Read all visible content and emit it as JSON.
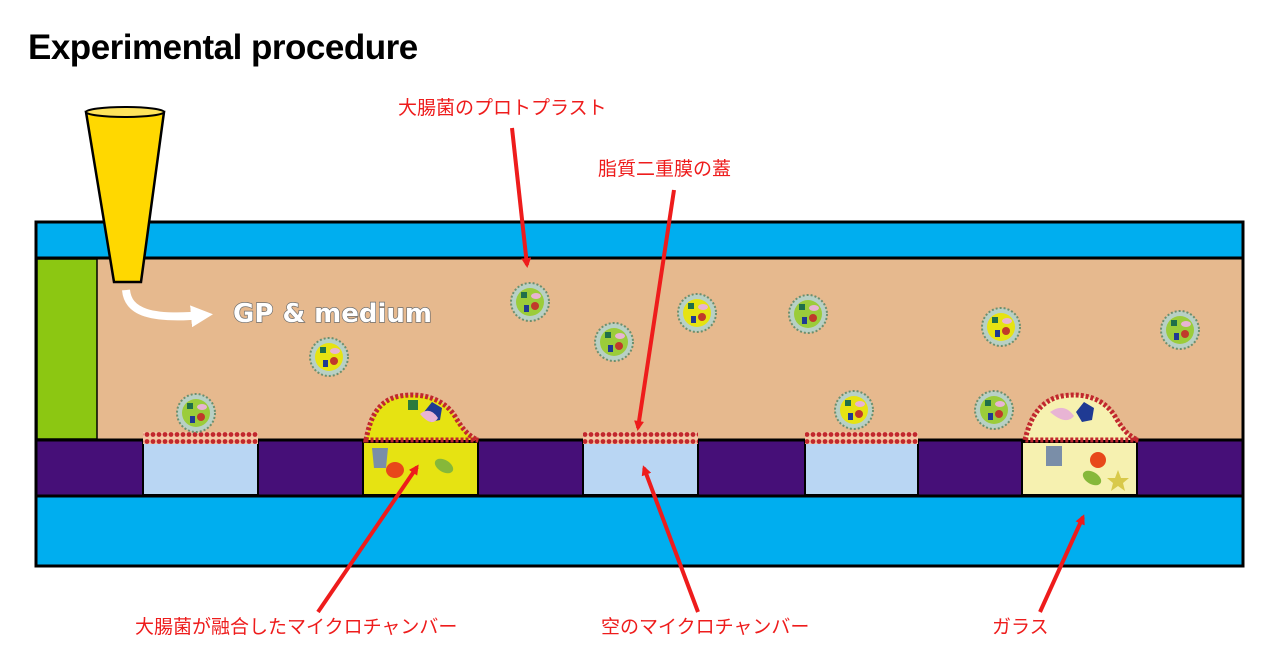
{
  "title": "Experimental procedure",
  "flow_label": "GP & medium",
  "labels": {
    "protoplast": "大腸菌のプロトプラスト",
    "lipid_lid": "脂質二重膜の蓋",
    "fused_chamber": "大腸菌が融合したマイクロチャンバー",
    "empty_chamber": "空のマイクロチャンバー",
    "glass": "ガラス"
  },
  "colors": {
    "glass": "#00aeef",
    "medium": "#e6b98e",
    "spacer": "#8cc712",
    "wall": "#460f78",
    "empty_chamber": "#b9d6f3",
    "fused_chamber": "#e6e312",
    "fused_chamber_light": "#f6f1b0",
    "pipette": "#ffd800",
    "annotation": "#ee1c1c",
    "membrane": "#c1272d"
  }
}
